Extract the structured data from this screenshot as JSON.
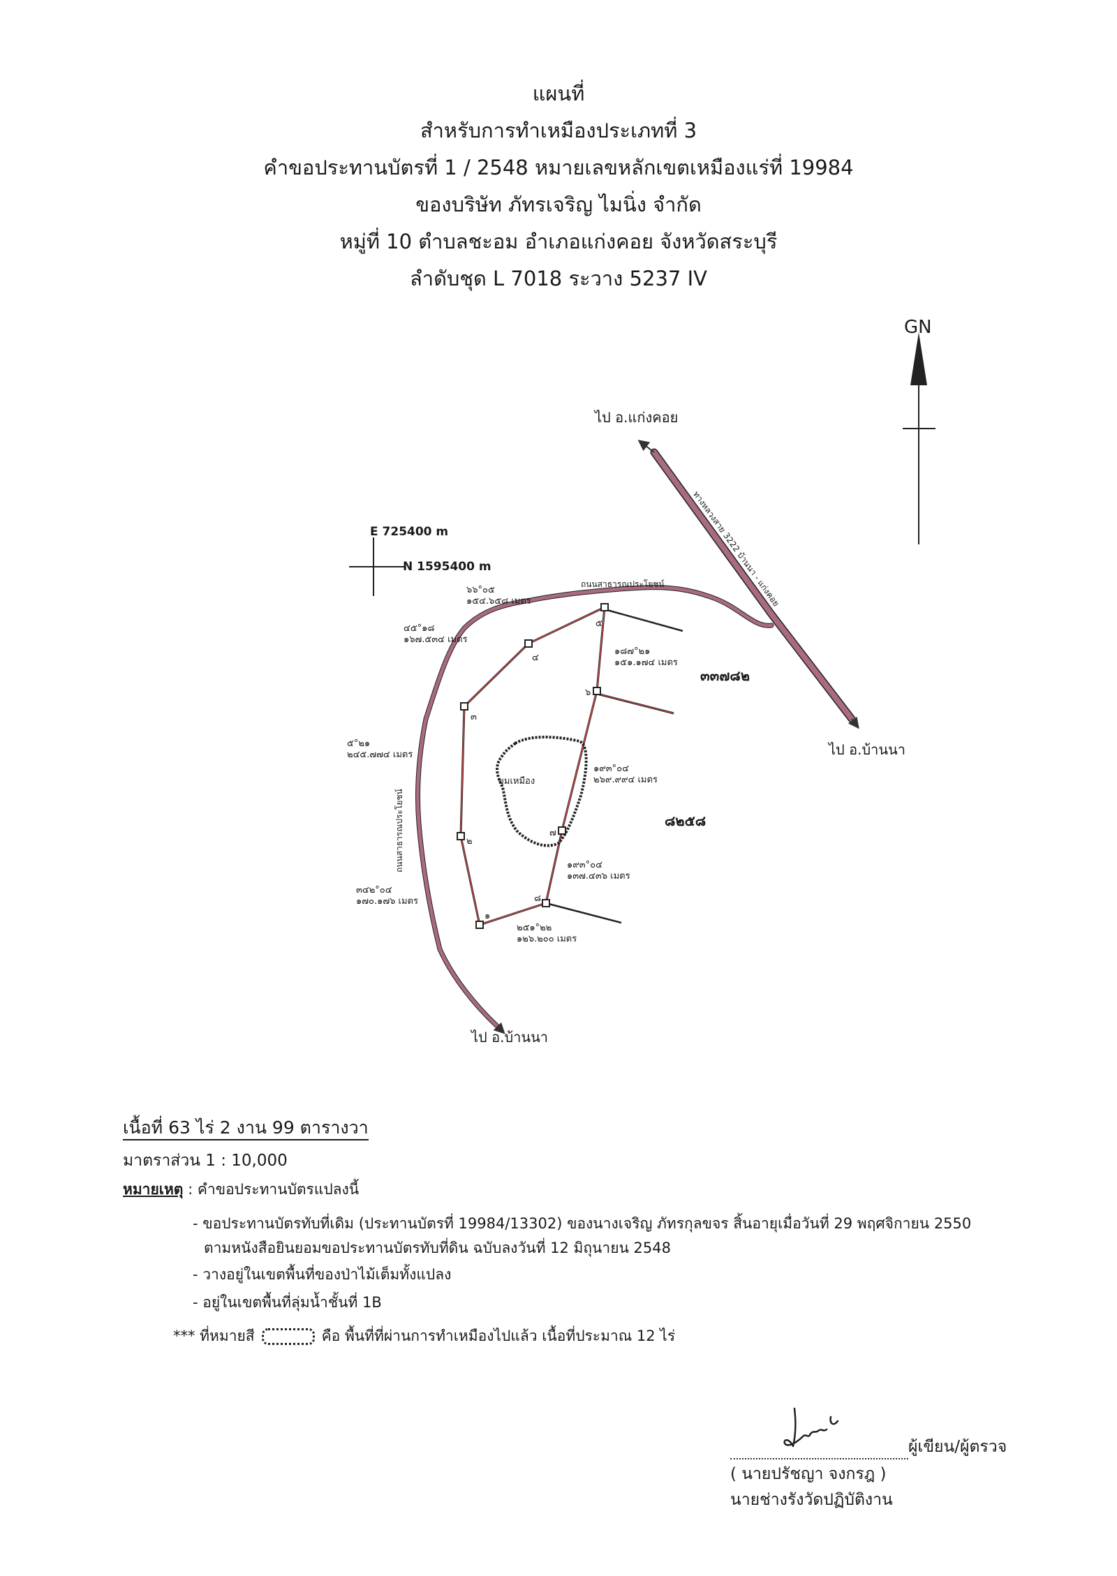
{
  "header": {
    "line1": "แผนที่",
    "line2": "สำหรับการทำเหมืองประเภทที่ 3",
    "line3": "คำขอประทานบัตรที่ 1 / 2548 หมายเลขหลักเขตเหมืองแร่ที่  19984",
    "line4": "ของบริษัท ภัทรเจริญ ไมนิ่ง จำกัด",
    "line5": "หมู่ที่ 10 ตำบลชะอม อำเภอแก่งคอย จังหวัดสระบุรี",
    "line6": "ลำดับชุด L 7018 ระวาง  5237 IV"
  },
  "north_label": "GN",
  "coords": {
    "e": "E  725400 m",
    "n": "N  1595400 m"
  },
  "places": {
    "to_kaeng_khoi": "ไป อ.แก่งคอย",
    "to_ban_na_east": "ไป อ.บ้านนา",
    "to_ban_na_south": "ไป อ.บ้านนา"
  },
  "roads": {
    "highway": "ทางหลวงสาย 3222 บ้านนา - แก่งคอย",
    "public_road_top": "ถนนสาธารณประโยชน์",
    "public_road_west": "ถนนสาธารณประโยชน์"
  },
  "parcels": {
    "north": "๓๓๗๘๒",
    "east": "๘๒๕๘"
  },
  "mined_label": "ขุมเหมือง",
  "bearings": [
    {
      "angle": "๖๖°๐๕",
      "dist": "๑๕๔.๖๕๘  เมตร"
    },
    {
      "angle": "๔๕°๑๘",
      "dist": "๑๖๗.๕๓๔  เมตร"
    },
    {
      "angle": "๑๘๗°๒๑",
      "dist": "๑๕๑.๑๗๔  เมตร"
    },
    {
      "angle": "๕°๒๑",
      "dist": "๒๔๕.๗๗๔  เมตร"
    },
    {
      "angle": "๑๙๓°๐๔",
      "dist": "๒๖๙.๙๙๔  เมตร"
    },
    {
      "angle": "๑๙๓°๐๔",
      "dist": "๑๓๗.๔๓๖  เมตร"
    },
    {
      "angle": "๓๔๒°๐๔",
      "dist": "๑๗๐.๑๗๖  เมตร"
    },
    {
      "angle": "๒๕๑°๒๒",
      "dist": "๑๒๖.๒๐๐  เมตร"
    }
  ],
  "points": [
    "๑",
    "๒",
    "๓",
    "๔",
    "๕",
    "๖",
    "๗",
    "๘"
  ],
  "colors": {
    "road": "#a86b80",
    "boundary": "#c44a4a",
    "ink": "#222222"
  },
  "info": {
    "area_prefix": "เนื้อที่",
    "area_value": " 63  ไร่  2  งาน  99  ตารางวา",
    "scale": "มาตราส่วน 1 : 10,000",
    "note_title": "หมายเหตุ",
    "note_intro": " :  คำขอประทานบัตรแปลงนี้",
    "bullet1a": "- ขอประทานบัตรทับที่เดิม (ประทานบัตรที่  19984/13302) ของนางเจริญ ภัทรกุลขจร สิ้นอายุเมื่อวันที่ 29 พฤศจิกายน 2550",
    "bullet1b": "ตามหนังสือยินยอมขอประทานบัตรทับที่ดิน ฉบับลงวันที่  12 มิถุนายน 2548",
    "bullet2": "- วางอยู่ในเขตพื้นที่ของป่าไม้เต็มทั้งแปลง",
    "bullet3": "- อยู่ในเขตพื้นที่ลุ่มน้ำชั้นที่ 1B",
    "legend_prefix": "*** ที่หมายสี",
    "legend_suffix": "คือ พื้นที่ที่ผ่านการทำเหมืองไปแล้ว  เนื้อที่ประมาณ 12 ไร่"
  },
  "signature": {
    "role": "ผู้เขียน/ผู้ตรวจ",
    "name": "( นายปรัชญา  จงกรฎ )",
    "title": "นายช่างรังวัดปฏิบัติงาน"
  }
}
